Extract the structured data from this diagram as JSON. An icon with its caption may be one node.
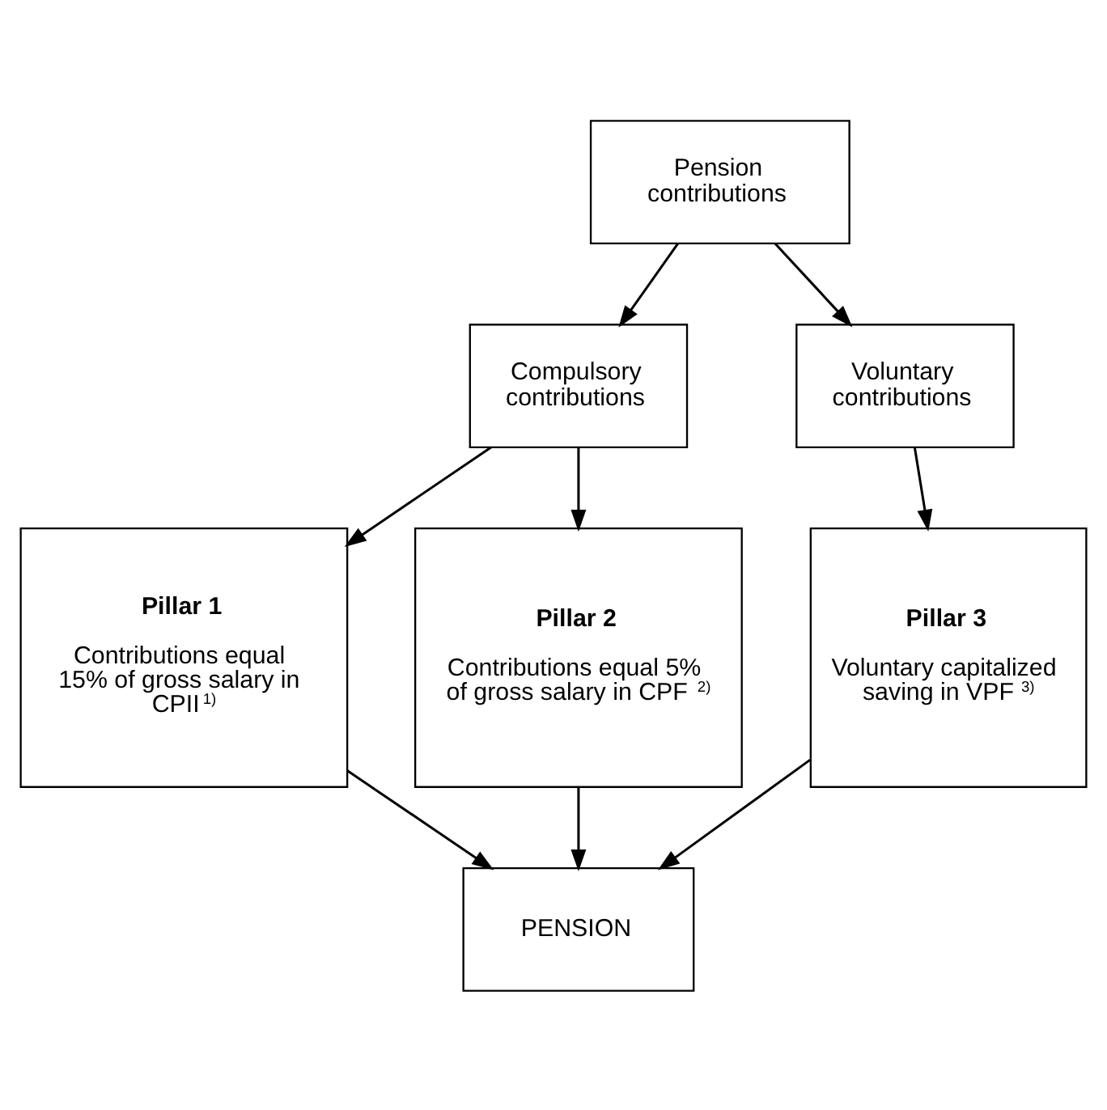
{
  "diagram": {
    "nodes": [
      {
        "text": [
          "Pension contributions"
        ]
      },
      {
        "text": [
          "Compulsory contributions"
        ]
      },
      {
        "text": [
          "Voluntary contributions"
        ]
      },
      {
        "text": [
          "Pillar 1",
          "Contributions equal 15% of gross salary in CPII$^{1)}$"
        ]
      },
      {
        "text": [
          "Pillar 2",
          "Contributions equal 5% of gross salary in CPF$^{2)}$"
        ]
      },
      {
        "text": [
          "Pillar 3",
          "Voluntary capitalized saving in VPF$^{3)}$"
        ]
      },
      {
        "text": [
          "PENSION"
        ]
      }
    ],
    "edges": [
      {
        "from": 0,
        "to": 1,
        "arrow": "to"
      },
      {
        "from": 0,
        "to": 2,
        "arrow": "to"
      },
      {
        "from": 1,
        "to": 3,
        "arrow": "to"
      },
      {
        "from": 1,
        "to": 4,
        "arrow": "to"
      },
      {
        "from": 2,
        "to": 5,
        "arrow": "to"
      },
      {
        "from": 3,
        "to": 6,
        "arrow": "to"
      },
      {
        "from": 4,
        "to": 6,
        "arrow": "to"
      },
      {
        "from": 5,
        "to": 6,
        "arrow": "to"
      }
    ]
  }
}
